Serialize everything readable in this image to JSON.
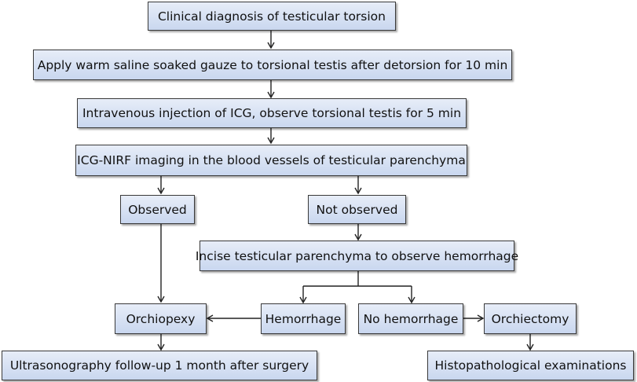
{
  "nodes": {
    "diagnosis": "Clinical diagnosis of testicular torsion",
    "warm_saline": "Apply warm saline soaked gauze to torsional testis after detorsion for 10 min",
    "icg_injection": "Intravenous injection of ICG, observe torsional testis for 5 min",
    "icg_imaging": "ICG-NIRF imaging in the blood vessels of testicular parenchyma",
    "observed": "Observed",
    "not_observed": "Not observed",
    "incise": "Incise testicular parenchyma to observe hemorrhage",
    "hemorrhage": "Hemorrhage",
    "no_hemorrhage": "No hemorrhage",
    "orchiopexy": "Orchiopexy",
    "orchiectomy": "Orchiectomy",
    "ultrasonography": "Ultrasonography follow-up 1 month after surgery",
    "histopathology": "Histopathological examinations"
  },
  "colors": {
    "box_fill_top": "#e7edf8",
    "box_fill_bottom": "#c9d7ef",
    "border": "#3a3a3a",
    "arrow": "#222222"
  }
}
